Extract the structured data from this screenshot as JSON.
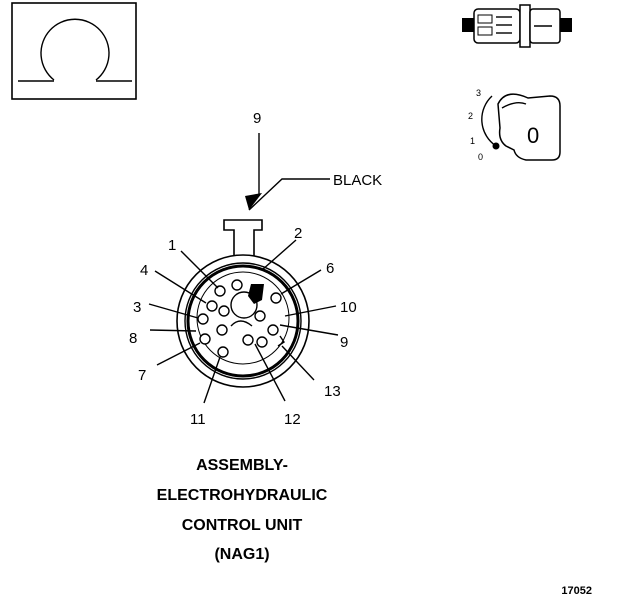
{
  "pins": [
    {
      "id": "pin-1",
      "label": "1"
    },
    {
      "id": "pin-2",
      "label": "2"
    },
    {
      "id": "pin-3",
      "label": "3"
    },
    {
      "id": "pin-4",
      "label": "4"
    },
    {
      "id": "pin-6",
      "label": "6"
    },
    {
      "id": "pin-7",
      "label": "7"
    },
    {
      "id": "pin-8",
      "label": "8"
    },
    {
      "id": "pin-9-right",
      "label": "9"
    },
    {
      "id": "pin-10",
      "label": "10"
    },
    {
      "id": "pin-11",
      "label": "11"
    },
    {
      "id": "pin-12",
      "label": "12"
    },
    {
      "id": "pin-13",
      "label": "13"
    }
  ],
  "top_label": "9",
  "wire_color_label": "BLACK",
  "lock_positions": [
    "3",
    "2",
    "1",
    "0"
  ],
  "lock_key_letter": "0",
  "title_lines": [
    "ASSEMBLY-",
    "ELECTROHYDRAULIC",
    "CONTROL UNIT",
    "(NAG1)"
  ],
  "figure_number": "17052",
  "colors": {
    "ink": "#000000",
    "background": "#ffffff"
  },
  "icons": [
    "omega-connector-view-icon",
    "connector-plug-icon",
    "lock-position-icon"
  ]
}
